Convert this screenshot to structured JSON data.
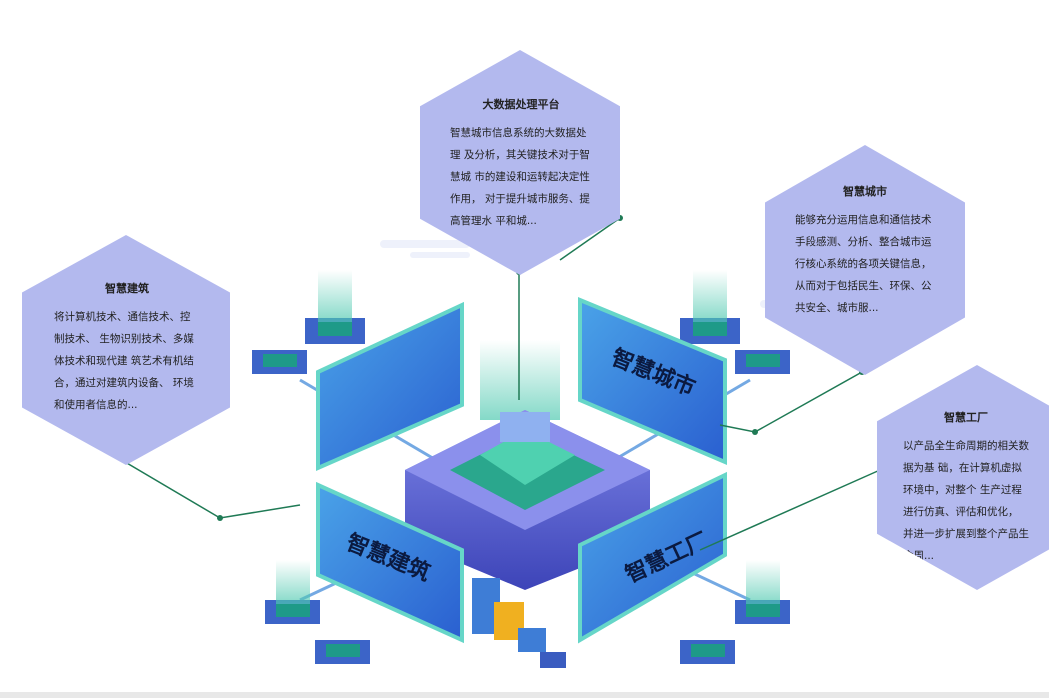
{
  "hexagons": {
    "big_data": {
      "title": "大数据处理平台",
      "text": "智慧城市信息系统的大数据处理 及分析，其关键技术对于智慧城 市的建设和运转起决定性作用， 对于提升城市服务、提高管理水 平和城..."
    },
    "building": {
      "title": "智慧建筑",
      "text": "将计算机技术、通信技术、控制技术、 生物识别技术、多媒体技术和现代建 筑艺术有机结合，通过对建筑内设备、 环境和使用者信息的..."
    },
    "city": {
      "title": "智慧城市",
      "text": "能够充分运用信息和通信技术手段感测、分析、整合城市运行核心系统的各项关键信息，从而对于包括民生、环保、公共安全、城市服..."
    },
    "factory": {
      "title": "智慧工厂",
      "text": "以产品全生命周期的相关数据为基 础，在计算机虚拟环境中，对整个 生产过程进行仿真、评估和优化， 并进一步扩展到整个产品生命周..."
    }
  },
  "panels": {
    "city": "智慧城市",
    "building": "智慧建筑",
    "factory": "智慧工厂"
  },
  "colors": {
    "hex": "#b3b9ee",
    "line": "#1f7a55",
    "panel": "#2f7fd8",
    "core": "#5a5fd0"
  }
}
